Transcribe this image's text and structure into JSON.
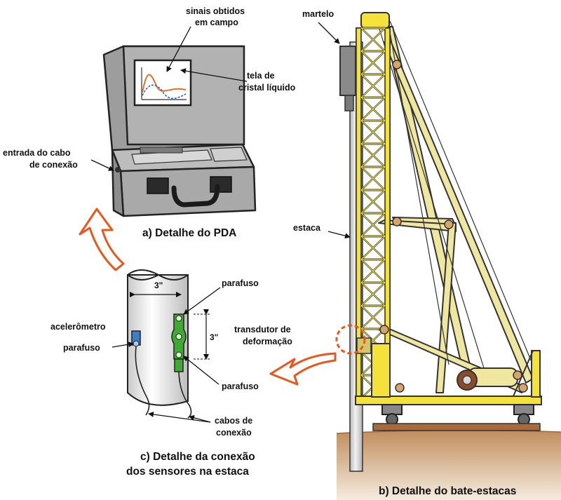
{
  "labels": {
    "sinais_l1": "sinais obtidos",
    "sinais_l2": "em campo",
    "tela_l1": "tela de",
    "tela_l2": "cristal líquido",
    "entrada_l1": "entrada do cabo",
    "entrada_l2": "de conexão",
    "martelo": "martelo",
    "estaca": "estaca",
    "parafuso_top": "parafuso",
    "acelerometro": "acelerômetro",
    "parafuso_left": "parafuso",
    "transdutor_l1": "transdutor de",
    "transdutor_l2": "deformação",
    "parafuso_bottom": "parafuso",
    "cabos_l1": "cabos de",
    "cabos_l2": "conexão",
    "dim_width": "3\"",
    "dim_height": "3\""
  },
  "captions": {
    "a": "a) Detalhe do PDA",
    "b": "b) Detalhe do bate-estacas",
    "c_l1": "c) Detalhe da conexão",
    "c_l2": "dos sensores na estaca"
  },
  "colors": {
    "case": "#a7a7a7",
    "rig_yellow": "#f4e23a",
    "strut_yellow": "#efe7a0",
    "accent_orange": "#e8571c",
    "pile_gray": "#d4d4d4",
    "ground": "#c89a6a",
    "sensor_green": "#3fa934",
    "sensor_blue": "#3a7fc8"
  }
}
